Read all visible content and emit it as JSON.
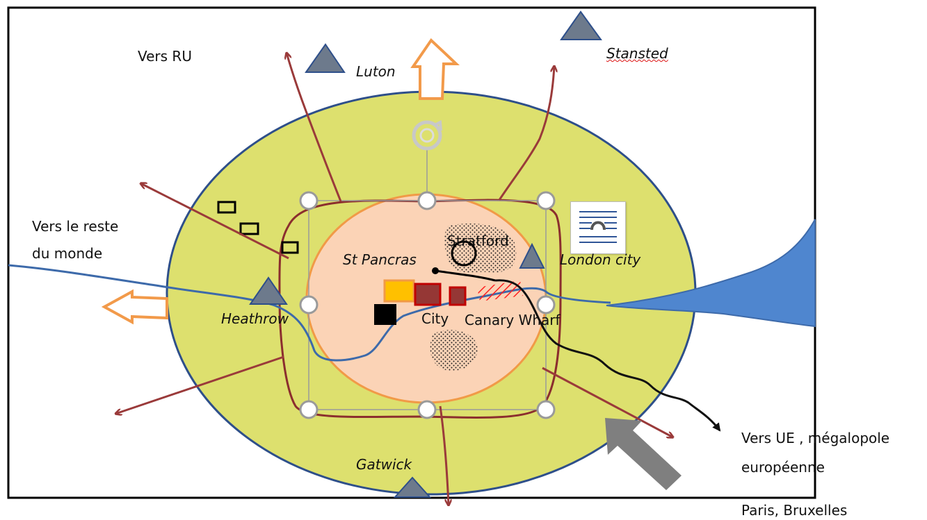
{
  "labels": {
    "vers_ru": "Vers RU",
    "luton": "Luton",
    "stansted": "Stansted",
    "vers_reste_monde_l1": "Vers le reste",
    "vers_reste_monde_l2": "du monde",
    "st_pancras": "St Pancras",
    "stratford": "Stratford",
    "london_city": "London city",
    "heathrow": "Heathrow",
    "city": "City",
    "canary_wharf": "Canary Wharf",
    "gatwick": "Gatwick",
    "vers_ue_l1": "Vers UE , mégalopole",
    "vers_ue_l2": "européenne",
    "paris_bruxelles": "Paris, Bruxelles"
  },
  "icons": {
    "rotate_handle": "rotate-icon",
    "layout_options": "layout-options-icon"
  },
  "colors": {
    "outer_ring": "#dde06e",
    "inner_core": "#fbd3b6",
    "arrow_red": "#9a3a3a",
    "river": "#3d6aaa",
    "airport_triangle": "#6d7a8c",
    "open_arrow": "#f29a4a",
    "grey_arrow": "#7f7f7f"
  }
}
